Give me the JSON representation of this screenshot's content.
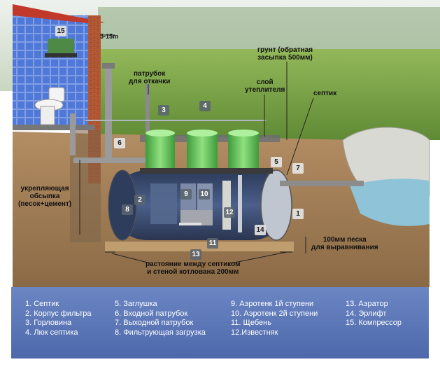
{
  "labels": {
    "dimension_top": "5-15m",
    "soil_line1": "грунт (обратная",
    "soil_line2": "засыпка 500мм)",
    "pipe_pump_line1": "патрубок",
    "pipe_pump_line2": "для откачки",
    "insulation_line1": "слой",
    "insulation_line2": "утеплителя",
    "septic": "септик",
    "backfill_line1": "укрепляющая",
    "backfill_line2": "обсыпка",
    "backfill_line3": "(песок+цемент)",
    "sand_line1": "100мм песка",
    "sand_line2": "для выравнивания",
    "distance_line1": "растояние между септиком",
    "distance_line2": "и стеной котлована 200мм"
  },
  "badges": [
    "1",
    "2",
    "3",
    "4",
    "5",
    "6",
    "7",
    "8",
    "9",
    "10",
    "11",
    "12",
    "13",
    "14",
    "15"
  ],
  "legend": {
    "col1": [
      "1. Септик",
      "2. Корпус фильтра",
      "3. Горловина",
      "4. Люк септика"
    ],
    "col2": [
      "5. Заглушка",
      "6. Входной патрубок",
      "7. Выходной патрубок",
      "8. Фильтрующая загрузка"
    ],
    "col3": [
      "9. Аэротенк 1й ступени",
      "10. Аэротенк 2й ступени",
      "11. Щебень",
      "12.Известняк"
    ],
    "col4": [
      "13. Аэратор",
      "14. Эрлифт",
      "15. Компрессор"
    ]
  },
  "colors": {
    "sky": "#e4ece6",
    "grass": "#7fa94a",
    "soil": "#a27e57",
    "tank": "#3d4f73",
    "hatch": "#63c15a",
    "wall": "#3a62c9",
    "roof": "#c0392b",
    "water": "#8fc3d8",
    "legend_bg": "#5a74b6"
  }
}
